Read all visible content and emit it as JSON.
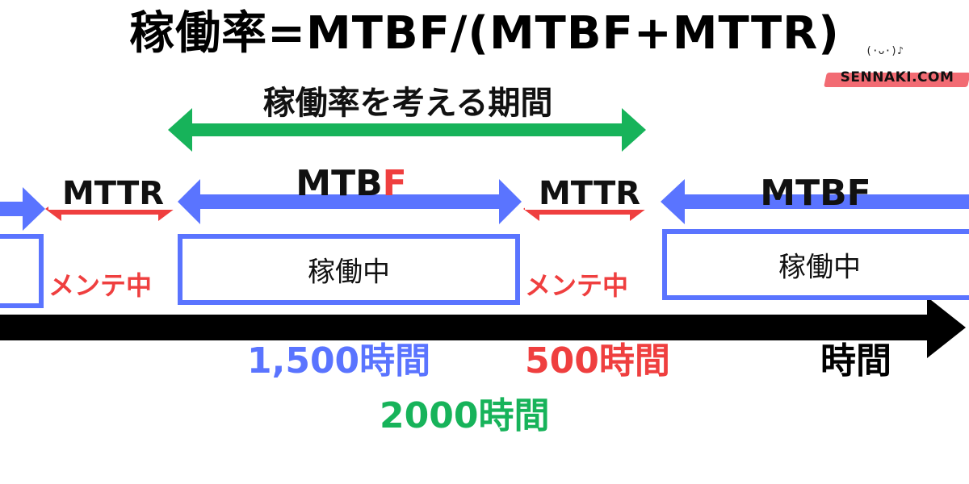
{
  "title": "稼働率=MTBF/(MTBF+MTTR)",
  "brand": {
    "text": "SENNAKI.COM",
    "mascot": "(·ᴗ·)♪"
  },
  "period_label": "稼働率を考える期間",
  "segments": {
    "mttr_1": {
      "label": "MTTR"
    },
    "mtbf_1": {
      "label_main": "MTB",
      "label_accent": "F"
    },
    "mttr_2": {
      "label": "MTTR"
    },
    "mtbf_2": {
      "label": "MTBF"
    }
  },
  "boxes": {
    "operating_1": "稼働中",
    "operating_2": "稼働中"
  },
  "maintenance": {
    "label_1": "メンテ中",
    "label_2": "メンテ中"
  },
  "hours": {
    "mtbf_hours": "1,500時間",
    "mttr_hours": "500時間",
    "axis_label": "時間",
    "total": "2000時間"
  },
  "colors": {
    "blue": "#5a74ff",
    "red": "#ef3f3f",
    "green": "#17b35a",
    "black": "#000000"
  }
}
